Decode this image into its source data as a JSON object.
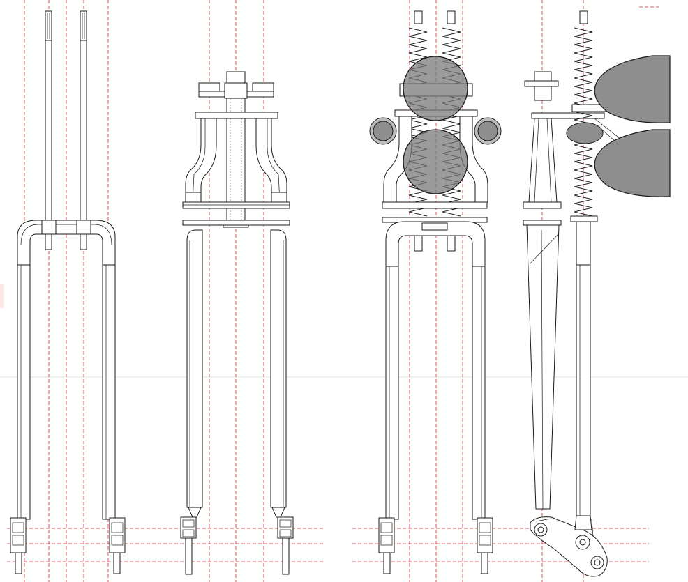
{
  "drawing": {
    "subject": "",
    "views": [
      {
        "id": "fork-front-view",
        "shows": [
          "crown-bar",
          "two-stanchion-rods",
          "fork-legs",
          "dropouts"
        ]
      },
      {
        "id": "fork-rear-view",
        "shows": [
          "top-bracket",
          "steerer-tube",
          "lower-crown",
          "fork-legs",
          "dropouts"
        ]
      },
      {
        "id": "fork-assembled-view",
        "shows": [
          "coil-springs",
          "side-lamps",
          "headlamp-ghosts",
          "fork-legs",
          "dropouts"
        ]
      },
      {
        "id": "fork-side-view",
        "shows": [
          "steerer",
          "coil-spring",
          "headlamp-pair",
          "leading-link"
        ]
      }
    ],
    "colors": {
      "line": "#1a1a1a",
      "centerline": "#d62828",
      "fill_gray": "#8e8e8e",
      "background": "#ffffff"
    },
    "icons": [
      "spring-icon",
      "lamp-icon",
      "dropout-icon"
    ]
  }
}
